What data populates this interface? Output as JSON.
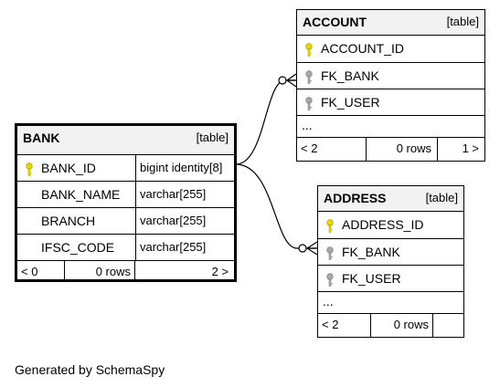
{
  "tables": {
    "bank": {
      "name": "BANK",
      "type": "[table]",
      "columns": [
        {
          "name": "BANK_ID",
          "type": "bigint identity[8]",
          "icon": "key-icon"
        },
        {
          "name": "BANK_NAME",
          "type": "varchar[255]",
          "icon": ""
        },
        {
          "name": "BRANCH",
          "type": "varchar[255]",
          "icon": ""
        },
        {
          "name": "IFSC_CODE",
          "type": "varchar[255]",
          "icon": ""
        }
      ],
      "footer": {
        "left": "< 0",
        "rows": "0 rows",
        "right": "2 >"
      }
    },
    "account": {
      "name": "ACCOUNT",
      "type": "[table]",
      "columns": [
        {
          "name": "ACCOUNT_ID",
          "icon": "key-icon"
        },
        {
          "name": "FK_BANK",
          "icon": "foreign-key-icon"
        },
        {
          "name": "FK_USER",
          "icon": "foreign-key-icon"
        }
      ],
      "ellipsis": "...",
      "footer": {
        "left": "< 2",
        "rows": "0 rows",
        "right": "1 >"
      }
    },
    "address": {
      "name": "ADDRESS",
      "type": "[table]",
      "columns": [
        {
          "name": "ADDRESS_ID",
          "icon": "key-icon"
        },
        {
          "name": "FK_BANK",
          "icon": "foreign-key-icon"
        },
        {
          "name": "FK_USER",
          "icon": "foreign-key-icon"
        }
      ],
      "ellipsis": "...",
      "footer": {
        "left": "< 2",
        "rows": "0 rows",
        "right": ""
      }
    }
  },
  "colors": {
    "header_bg": "#f2f2f2",
    "key": "#e8d800",
    "foreign_key": "#a8a8a8",
    "line": "#000000"
  },
  "generated_by": "Generated by SchemaSpy"
}
